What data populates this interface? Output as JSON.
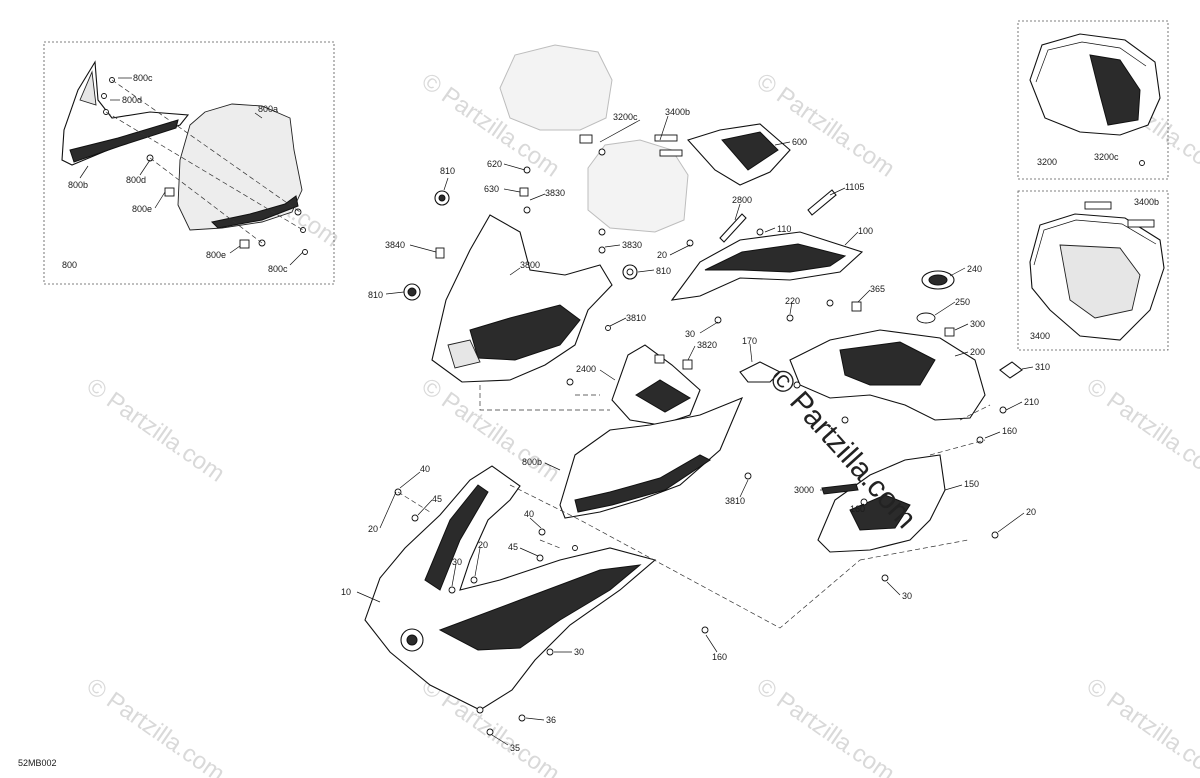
{
  "watermark": {
    "text": "© Partzilla.com",
    "copyright": "© ",
    "brand": "Partzilla.com"
  },
  "diagram_code": "52MB002",
  "insets": {
    "windshield": {
      "label": "800"
    },
    "cover": {
      "label_a": "3200",
      "label_b": "3200c"
    },
    "frame": {
      "label_a": "3400",
      "label_b": "3400b"
    }
  },
  "callouts": [
    {
      "id": "800c_a",
      "text": "800c"
    },
    {
      "id": "800d_a",
      "text": "800d"
    },
    {
      "id": "800a",
      "text": "800a"
    },
    {
      "id": "800b_a",
      "text": "800b"
    },
    {
      "id": "800d_b",
      "text": "800d"
    },
    {
      "id": "800e_a",
      "text": "800e"
    },
    {
      "id": "800e_b",
      "text": "800e"
    },
    {
      "id": "800c_b",
      "text": "800c"
    },
    {
      "id": "3200c",
      "text": "3200c"
    },
    {
      "id": "3400b",
      "text": "3400b"
    },
    {
      "id": "600",
      "text": "600"
    },
    {
      "id": "620",
      "text": "620"
    },
    {
      "id": "630",
      "text": "630"
    },
    {
      "id": "3830_a",
      "text": "3830"
    },
    {
      "id": "810_a",
      "text": "810"
    },
    {
      "id": "3840",
      "text": "3840"
    },
    {
      "id": "3800",
      "text": "3800"
    },
    {
      "id": "810_b",
      "text": "810"
    },
    {
      "id": "2800",
      "text": "2800"
    },
    {
      "id": "110",
      "text": "110"
    },
    {
      "id": "1105",
      "text": "1105"
    },
    {
      "id": "100",
      "text": "100"
    },
    {
      "id": "3830_b",
      "text": "3830"
    },
    {
      "id": "20_a",
      "text": "20"
    },
    {
      "id": "810_c",
      "text": "810"
    },
    {
      "id": "240",
      "text": "240"
    },
    {
      "id": "220",
      "text": "220"
    },
    {
      "id": "365",
      "text": "365"
    },
    {
      "id": "250",
      "text": "250"
    },
    {
      "id": "300",
      "text": "300"
    },
    {
      "id": "3810_a",
      "text": "3810"
    },
    {
      "id": "30_a",
      "text": "30"
    },
    {
      "id": "3820",
      "text": "3820"
    },
    {
      "id": "170",
      "text": "170"
    },
    {
      "id": "200",
      "text": "200"
    },
    {
      "id": "310",
      "text": "310"
    },
    {
      "id": "2400",
      "text": "2400"
    },
    {
      "id": "210",
      "text": "210"
    },
    {
      "id": "160_a",
      "text": "160"
    },
    {
      "id": "800b_b",
      "text": "800b"
    },
    {
      "id": "3810_b",
      "text": "3810"
    },
    {
      "id": "3000",
      "text": "3000"
    },
    {
      "id": "150",
      "text": "150"
    },
    {
      "id": "160_b",
      "text": "160"
    },
    {
      "id": "20_b",
      "text": "20"
    },
    {
      "id": "40_a",
      "text": "40"
    },
    {
      "id": "45_a",
      "text": "45"
    },
    {
      "id": "20_c",
      "text": "20"
    },
    {
      "id": "40_b",
      "text": "40"
    },
    {
      "id": "45_b",
      "text": "45"
    },
    {
      "id": "20_d",
      "text": "20"
    },
    {
      "id": "30_b",
      "text": "30"
    },
    {
      "id": "10",
      "text": "10"
    },
    {
      "id": "30_c",
      "text": "30"
    },
    {
      "id": "160_c",
      "text": "160"
    },
    {
      "id": "30_d",
      "text": "30"
    },
    {
      "id": "36",
      "text": "36"
    },
    {
      "id": "35",
      "text": "35"
    }
  ]
}
